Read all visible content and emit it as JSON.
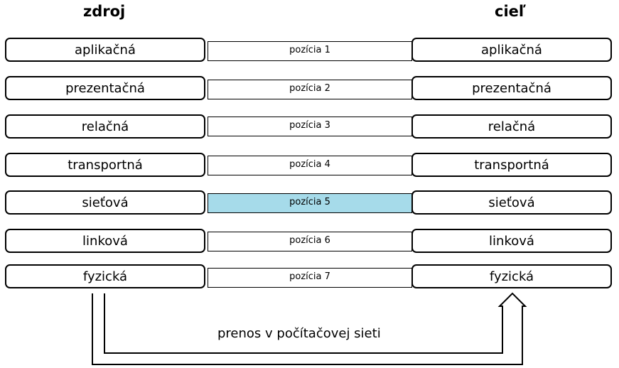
{
  "header": {
    "source": "zdroj",
    "target": "cieľ"
  },
  "layers": [
    {
      "left": "aplikačná",
      "right": "aplikačná",
      "connector": "pozícia 1",
      "highlight": false
    },
    {
      "left": "prezentačná",
      "right": "prezentačná",
      "connector": "pozícia 2",
      "highlight": false
    },
    {
      "left": "relačná",
      "right": "relačná",
      "connector": "pozícia 3",
      "highlight": false
    },
    {
      "left": "transportná",
      "right": "transportná",
      "connector": "pozícia 4",
      "highlight": false
    },
    {
      "left": "sieťová",
      "right": "sieťová",
      "connector": "pozícia 5",
      "highlight": true
    },
    {
      "left": "linková",
      "right": "linková",
      "connector": "pozícia 6",
      "highlight": false
    },
    {
      "left": "fyzická",
      "right": "fyzická",
      "connector": "pozícia 7",
      "highlight": false
    }
  ],
  "transmission_label": "prenos v počítačovej sieti",
  "colors": {
    "highlight": "#a6dbea",
    "stroke": "#000000"
  }
}
